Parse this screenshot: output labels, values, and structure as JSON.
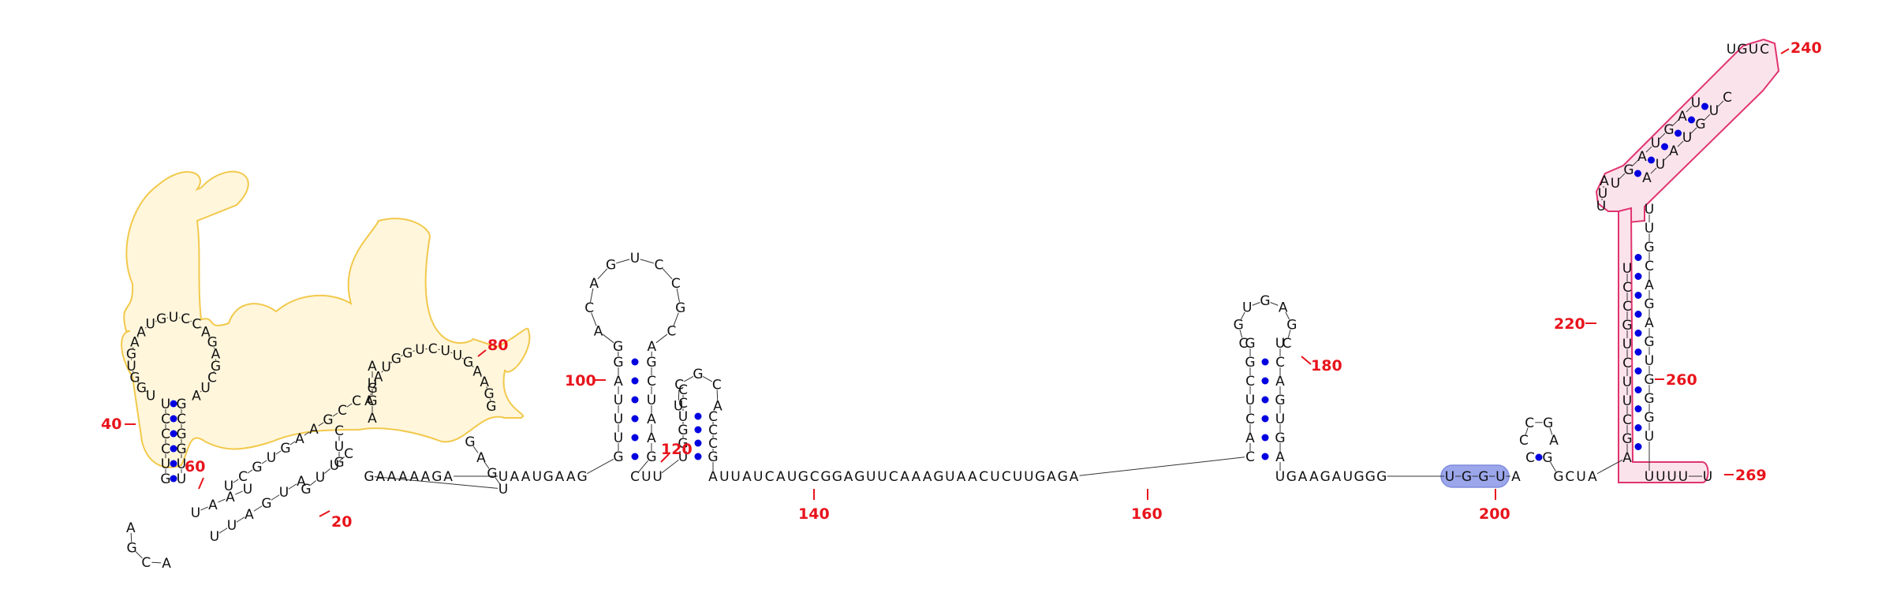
{
  "colors": {
    "nucleotide_text": "#111111",
    "base_pair_dot": "#0000e0",
    "position_label": "#e8141c",
    "highlight_yellow_stroke": "#f2c94c",
    "highlight_yellow_fill": "#fff6dc",
    "highlight_pink_stroke": "#e0336f",
    "highlight_pink_fill": "#fbe3ec",
    "highlight_blue": "#8a97e8"
  },
  "position_labels": [
    "20",
    "40",
    "60",
    "80",
    "100",
    "120",
    "140",
    "160",
    "180",
    "200",
    "220",
    "240",
    "260",
    "269"
  ],
  "backbone_segments": {
    "s1": "GAAAAAGA",
    "s2": "UAAUGAAG",
    "s3": "CUU",
    "s4": "AUUAUCAUGCGGAGUUCAAAGUAACUCUUGAGA",
    "s5": "UGAAGAUGGG",
    "s6_highlight": "UGGU",
    "s7": "A",
    "s8": "GCUA",
    "s9": "UUUU",
    "s10": "U"
  },
  "hairpins": {
    "h1": {
      "left": "GUUUAG",
      "right": "GCUAAG",
      "loop": "GACAGUCCGCA"
    },
    "h2": {
      "left": "UGGUCC",
      "right": "CCCG",
      "loop": "UCGCA"
    },
    "h3": {
      "left": "CACUCGG",
      "right": "UCAGUGA",
      "loop": "CGUGAGC"
    },
    "h4": {
      "left": "C",
      "right": "G",
      "loop": "CCGA"
    },
    "h5_stem_left": "AGCUUCUGCCU",
    "h5_stem_right": "UUGCAGAGUGGGU",
    "h5_arm_left": "UGAUGAU",
    "h5_arm_right": "CUGUAUA",
    "h5_tip": "UGUC",
    "h5_junction": "UUA"
  },
  "domain1": {
    "stem_left": "UCCCUG",
    "stem_right": "GCGGUU",
    "loop": "UGGUGAAUGUCCAGAGCUA",
    "lower_left": "AGCA",
    "lower_right": "UAAU",
    "internal_loop_left": "UCGUGAAGCC",
    "internal_loop_right": "UUAGUA",
    "mid_left": "GUUC",
    "mid_right": "GUC",
    "big_loop": "AGAUGGUCUUGAAGG",
    "upper_left": "AGUA",
    "upper_right": "GAGU"
  }
}
